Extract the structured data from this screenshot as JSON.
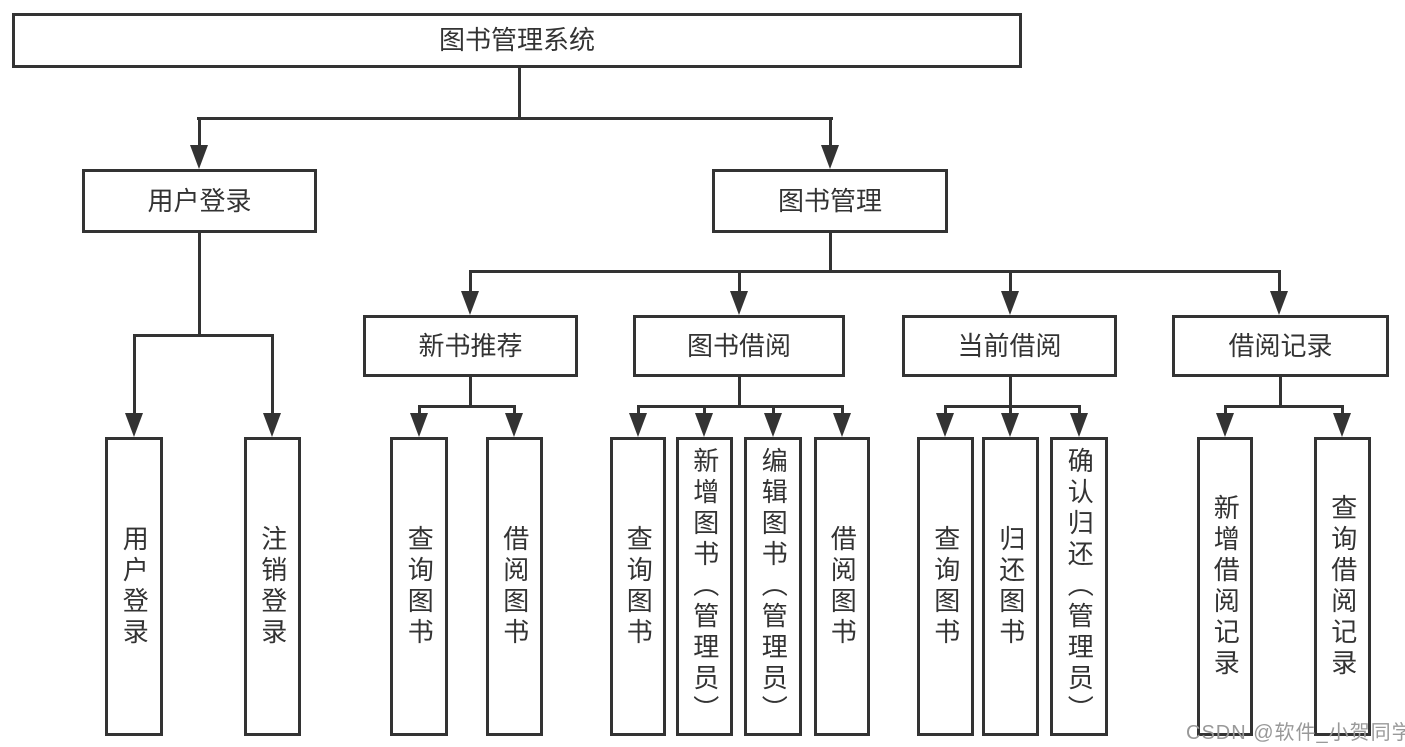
{
  "diagram_title": "图书管理系统",
  "watermark": "CSDN @软件_小贺同学",
  "colors": {
    "line": "#333333",
    "text": "#333333",
    "background": "#ffffff",
    "watermark": "#999999"
  },
  "nodes": {
    "root": "图书管理系统",
    "user_login": "用户登录",
    "book_mgmt": "图书管理",
    "new_book_rec": "新书推荐",
    "book_borrow": "图书借阅",
    "current_borrow": "当前借阅",
    "borrow_records": "借阅记录",
    "leaf_user_login": "用户登录",
    "leaf_user_logout": "注销登录",
    "leaf_rec_query": "查询图书",
    "leaf_rec_borrow": "借阅图书",
    "leaf_bb_query": "查询图书",
    "leaf_bb_add": "新增图书（管理员）",
    "leaf_bb_edit": "编辑图书（管理员）",
    "leaf_bb_borrow": "借阅图书",
    "leaf_cb_query": "查询图书",
    "leaf_cb_return": "归还图书",
    "leaf_cb_confirm": "确认归还（管理员）",
    "leaf_br_add": "新增借阅记录",
    "leaf_br_query": "查询借阅记录"
  },
  "hierarchy": {
    "图书管理系统": {
      "用户登录": [
        "用户登录",
        "注销登录"
      ],
      "图书管理": {
        "新书推荐": [
          "查询图书",
          "借阅图书"
        ],
        "图书借阅": [
          "查询图书",
          "新增图书（管理员）",
          "编辑图书（管理员）",
          "借阅图书"
        ],
        "当前借阅": [
          "查询图书",
          "归还图书",
          "确认归还（管理员）"
        ],
        "借阅记录": [
          "新增借阅记录",
          "查询借阅记录"
        ]
      }
    }
  }
}
